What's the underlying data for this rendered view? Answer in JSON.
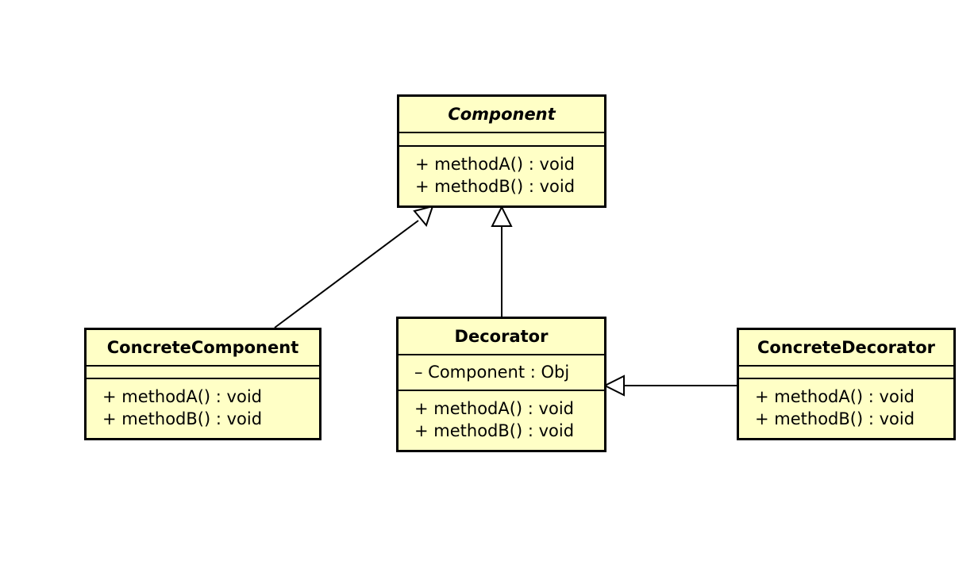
{
  "classes": {
    "component": {
      "name": "Component",
      "attributes": [],
      "operations": [
        "+ methodA() : void",
        "+ methodB() : void"
      ]
    },
    "concrete_component": {
      "name": "ConcreteComponent",
      "attributes": [],
      "operations": [
        "+ methodA() : void",
        "+ methodB() : void"
      ]
    },
    "decorator": {
      "name": "Decorator",
      "attributes": [
        "– Component : Obj"
      ],
      "operations": [
        "+ methodA() : void",
        "+ methodB() : void"
      ]
    },
    "concrete_decorator": {
      "name": "ConcreteDecorator",
      "attributes": [],
      "operations": [
        "+ methodA() : void",
        "+ methodB() : void"
      ]
    }
  },
  "relationships": [
    {
      "type": "generalization",
      "from": "ConcreteComponent",
      "to": "Component"
    },
    {
      "type": "generalization",
      "from": "Decorator",
      "to": "Component"
    },
    {
      "type": "generalization",
      "from": "ConcreteDecorator",
      "to": "Decorator"
    }
  ],
  "colors": {
    "class_fill": "#ffffc6",
    "border": "#000000",
    "background": "#ffffff"
  }
}
